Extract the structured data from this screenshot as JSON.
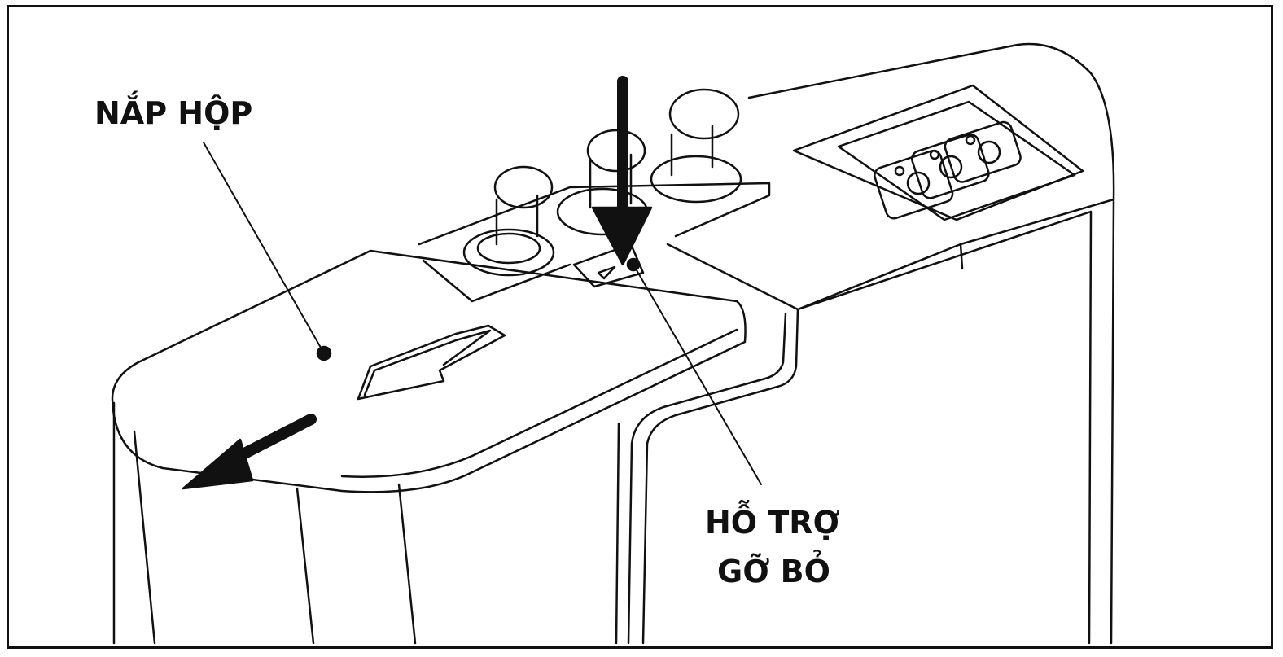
{
  "labels": {
    "lid": "NẮP HỘP",
    "removal_aid_line1": "HỖ TRỢ",
    "removal_aid_line2": "GỠ BỎ"
  },
  "colors": {
    "line": "#111111",
    "background": "#ffffff"
  }
}
